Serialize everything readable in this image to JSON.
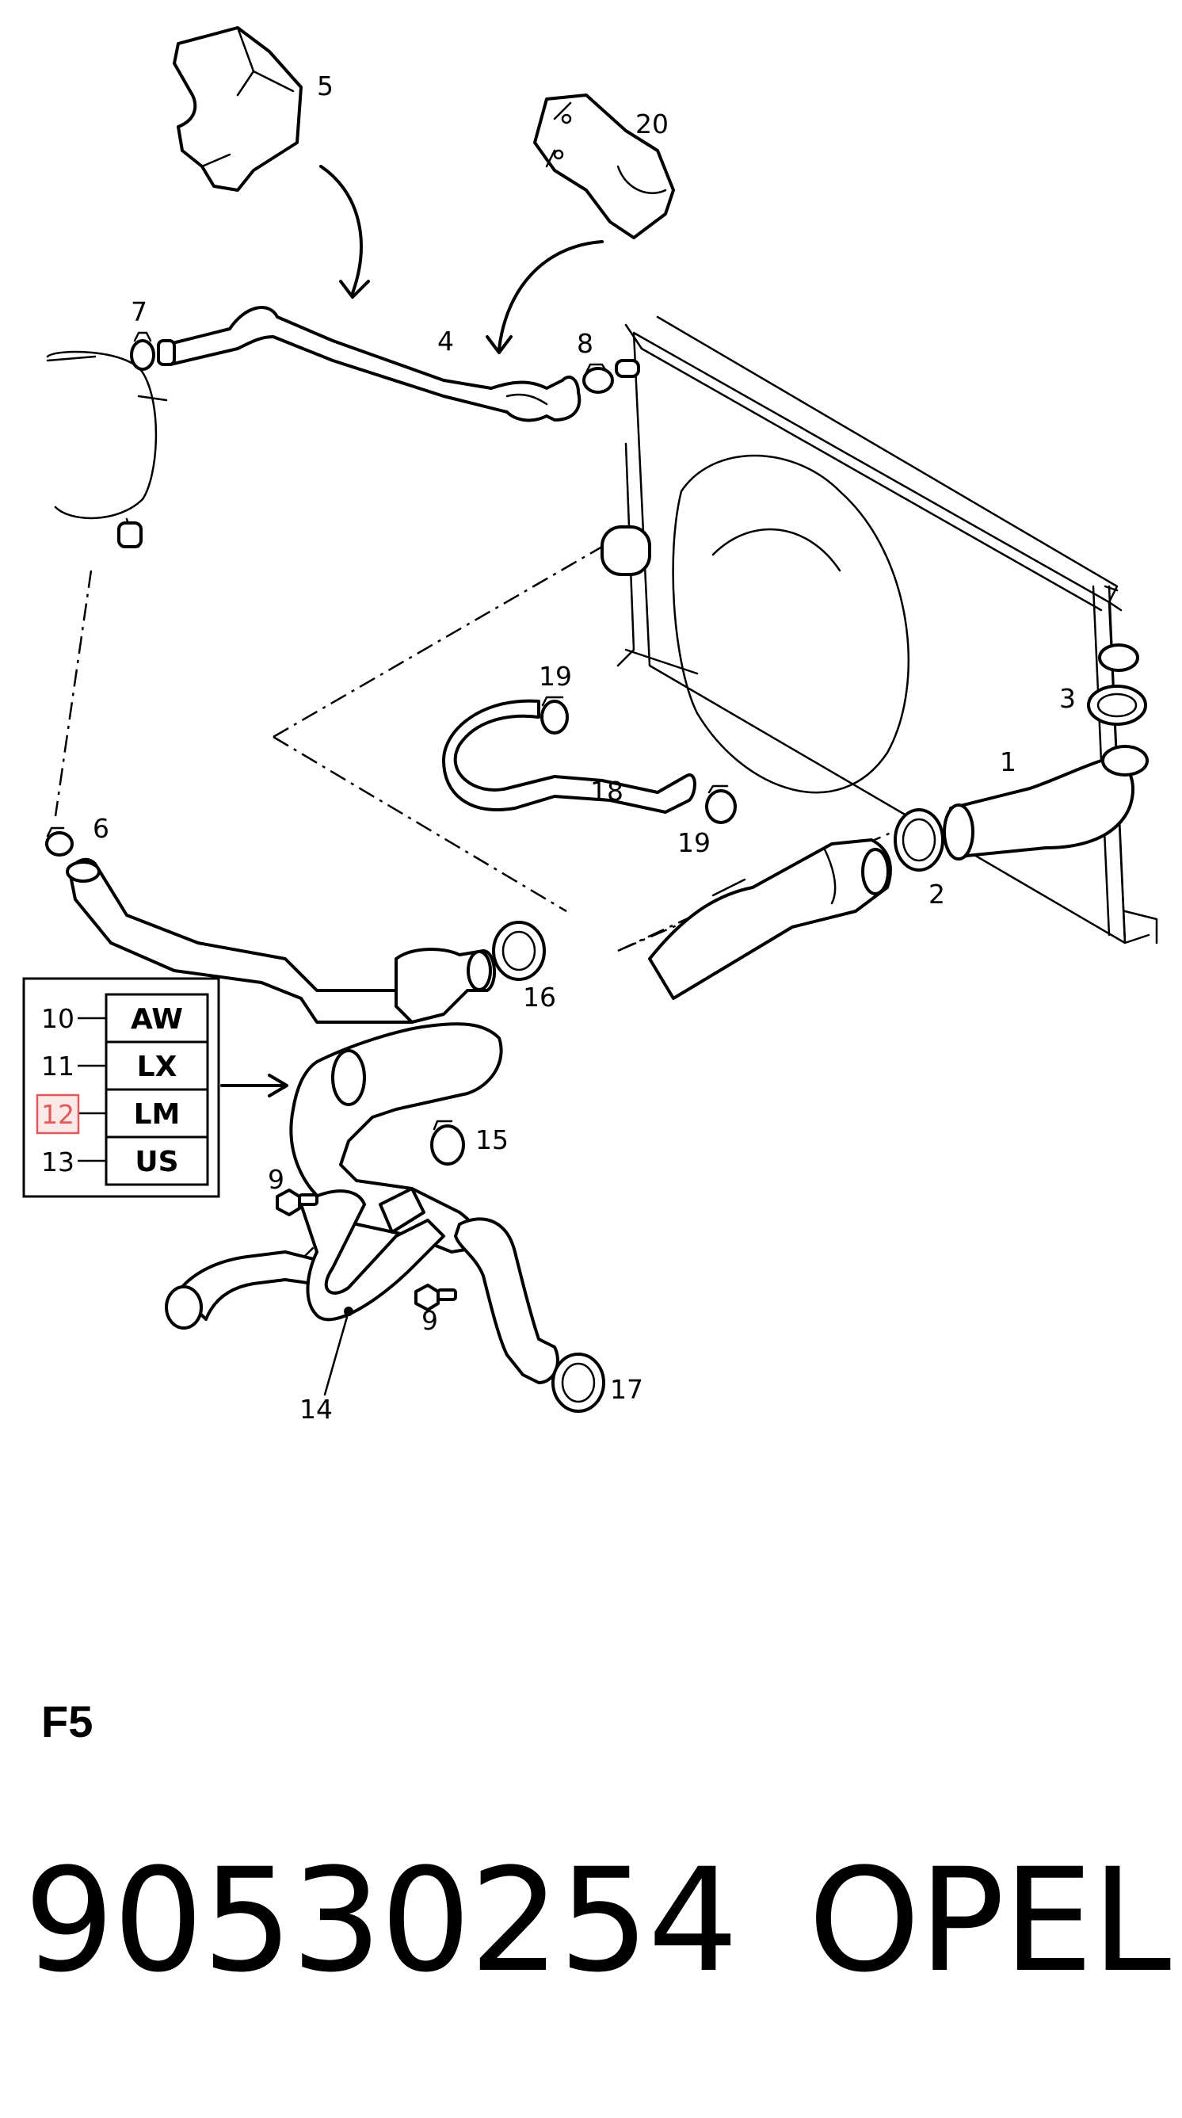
{
  "diagram": {
    "callouts": [
      "1",
      "2",
      "3",
      "4",
      "5",
      "6",
      "7",
      "8",
      "9",
      "9",
      "14",
      "15",
      "16",
      "17",
      "18",
      "19",
      "19",
      "20"
    ],
    "key": {
      "rows": [
        {
          "number": "10",
          "code": "AW"
        },
        {
          "number": "11",
          "code": "LX"
        },
        {
          "number": "12",
          "code": "LM",
          "highlighted": true
        },
        {
          "number": "13",
          "code": "US"
        }
      ],
      "highlight_color": "#e05a5a"
    },
    "page_code": "F5"
  },
  "footer": {
    "part_number": "90530254",
    "brand": "OPEL"
  }
}
